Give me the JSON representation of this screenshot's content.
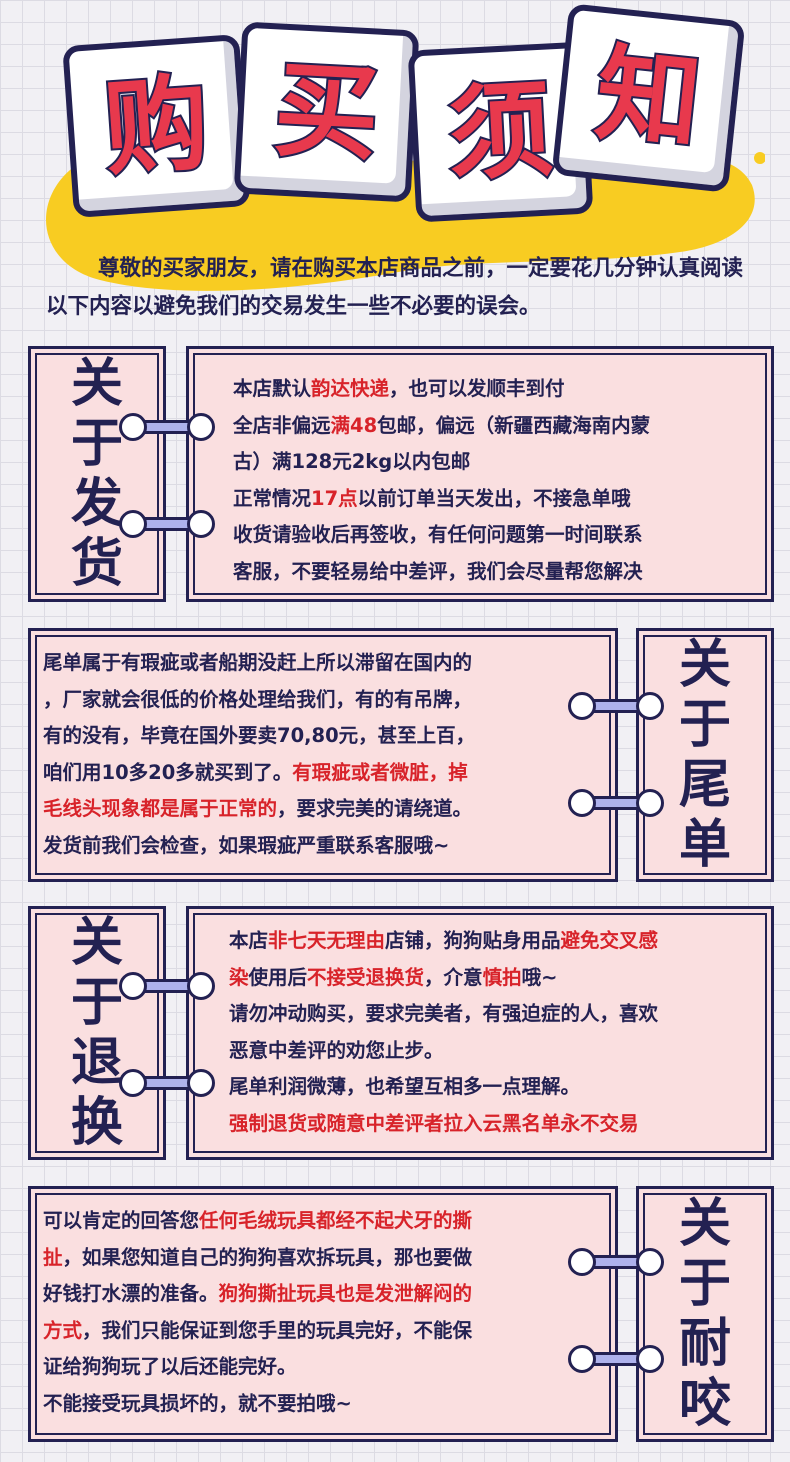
{
  "header": {
    "title_chars": [
      "购",
      "买",
      "须",
      "知"
    ],
    "intro": "尊敬的买家朋友，请在购买本店商品之前，一定要花几分钟认真阅读以下内容以避免我们的交易发生一些不必要的误会。"
  },
  "sections": [
    {
      "title": "关于发货",
      "lines": [
        [
          {
            "t": "本店默认"
          },
          {
            "t": "韵达快递",
            "hl": true
          },
          {
            "t": "，也可以发顺丰到付"
          }
        ],
        [
          {
            "t": "全店非偏远"
          },
          {
            "t": "满48",
            "hl": true
          },
          {
            "t": "包邮，偏远（新疆西藏海南内蒙"
          }
        ],
        [
          {
            "t": "古）满128元2kg以内包邮"
          }
        ],
        [
          {
            "t": "正常情况"
          },
          {
            "t": "17点",
            "hl": true
          },
          {
            "t": "以前订单当天发出，不接急单哦"
          }
        ],
        [
          {
            "t": "收货请验收后再签收，有任何问题第一时间联系"
          }
        ],
        [
          {
            "t": "客服，不要轻易给中差评，我们会尽量帮您解决"
          }
        ]
      ]
    },
    {
      "title": "关于尾单",
      "lines": [
        [
          {
            "t": "尾单属于有瑕疵或者船期没赶上所以滞留在国内的"
          }
        ],
        [
          {
            "t": "，厂家就会很低的价格处理给我们，有的有吊牌，"
          }
        ],
        [
          {
            "t": "有的没有，毕竟在国外要卖70,80元，甚至上百，"
          }
        ],
        [
          {
            "t": "咱们用10多20多就买到了。"
          },
          {
            "t": "有瑕疵或者微脏，掉",
            "hl": true
          }
        ],
        [
          {
            "t": "毛线头现象都是属于正常的",
            "hl": true
          },
          {
            "t": "，要求完美的请绕道。"
          }
        ],
        [
          {
            "t": "发货前我们会检查，如果瑕疵严重联系客服哦~"
          }
        ]
      ]
    },
    {
      "title": "关于退换",
      "lines": [
        [
          {
            "t": "本店"
          },
          {
            "t": "非七天无理由",
            "hl": true
          },
          {
            "t": "店铺，狗狗贴身用品"
          },
          {
            "t": "避免交叉感",
            "hl": true
          }
        ],
        [
          {
            "t": "染",
            "hl": true
          },
          {
            "t": "使用后"
          },
          {
            "t": "不接受退换货",
            "hl": true
          },
          {
            "t": "，介意"
          },
          {
            "t": "慎拍",
            "hl": true
          },
          {
            "t": "哦~"
          }
        ],
        [
          {
            "t": "请勿冲动购买，要求完美者，有强迫症的人，喜欢"
          }
        ],
        [
          {
            "t": "恶意中差评的劝您止步。"
          }
        ],
        [
          {
            "t": "尾单利润微薄，也希望互相多一点理解。"
          }
        ],
        [
          {
            "t": "强制退货或随意中差评者拉入云黑名单永不交易",
            "hl": true
          }
        ]
      ]
    },
    {
      "title": "关于耐咬",
      "lines": [
        [
          {
            "t": "可以肯定的回答您"
          },
          {
            "t": "任何毛绒玩具都经不起犬牙的撕",
            "hl": true
          }
        ],
        [
          {
            "t": "扯",
            "hl": true
          },
          {
            "t": "，如果您知道自己的狗狗喜欢拆玩具，那也要做"
          }
        ],
        [
          {
            "t": "好钱打水漂的准备。"
          },
          {
            "t": "狗狗撕扯玩具也是发泄解闷的",
            "hl": true
          }
        ],
        [
          {
            "t": "方式",
            "hl": true
          },
          {
            "t": "，我们只能保证到您手里的玩具完好，不能保"
          }
        ],
        [
          {
            "t": "证给狗狗玩了以后还能完好。"
          }
        ],
        [
          {
            "t": "不能接受玩具损坏的，就不要拍哦~"
          }
        ]
      ]
    }
  ],
  "colors": {
    "navy": "#232152",
    "red": "#e8394d",
    "highlight": "#d8232a",
    "panel": "#fadfe0",
    "yellow": "#f8cc22",
    "ring": "#aeb2ec"
  }
}
